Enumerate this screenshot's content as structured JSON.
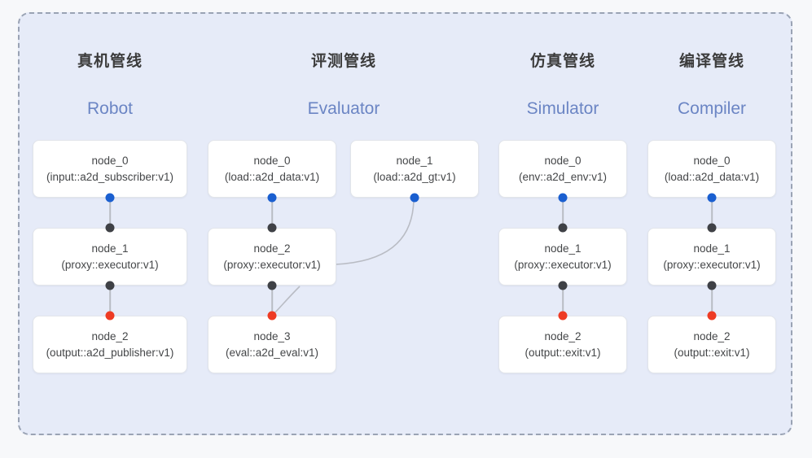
{
  "diagram": {
    "title_visible": false,
    "colors": {
      "page_background": "#f7f8fa",
      "panel_background": "#e6ebf8",
      "panel_border": "#9aa3b4",
      "node_background": "#ffffff",
      "node_border": "#e2e5ea",
      "heading_cn": "#3c3c3c",
      "heading_en": "#6b85c4",
      "port_input": "#1a5fd0",
      "port_middle": "#3f4146",
      "port_output": "#ee3b24",
      "edge": "#b9bcc4"
    }
  },
  "columns": [
    {
      "title_cn": "真机管线",
      "title_en": "Robot",
      "nodes": [
        {
          "name": "node_0",
          "type": "(input::a2d_subscriber:v1)"
        },
        {
          "name": "node_1",
          "type": "(proxy::executor:v1)"
        },
        {
          "name": "node_2",
          "type": "(output::a2d_publisher:v1)"
        }
      ]
    },
    {
      "title_cn": "评测管线",
      "title_en": "Evaluator",
      "nodes": [
        {
          "name": "node_0",
          "type": "(load::a2d_data:v1)"
        },
        {
          "name": "node_2",
          "type": "(proxy::executor:v1)"
        },
        {
          "name": "node_3",
          "type": "(eval::a2d_eval:v1)"
        }
      ],
      "side_nodes": [
        {
          "name": "node_1",
          "type": "(load::a2d_gt:v1)"
        }
      ]
    },
    {
      "title_cn": "仿真管线",
      "title_en": "Simulator",
      "nodes": [
        {
          "name": "node_0",
          "type": "(env::a2d_env:v1)"
        },
        {
          "name": "node_1",
          "type": "(proxy::executor:v1)"
        },
        {
          "name": "node_2",
          "type": "(output::exit:v1)"
        }
      ]
    },
    {
      "title_cn": "编译管线",
      "title_en": "Compiler",
      "nodes": [
        {
          "name": "node_0",
          "type": "(load::a2d_data:v1)"
        },
        {
          "name": "node_1",
          "type": "(proxy::executor:v1)"
        },
        {
          "name": "node_2",
          "type": "(output::exit:v1)"
        }
      ]
    }
  ]
}
